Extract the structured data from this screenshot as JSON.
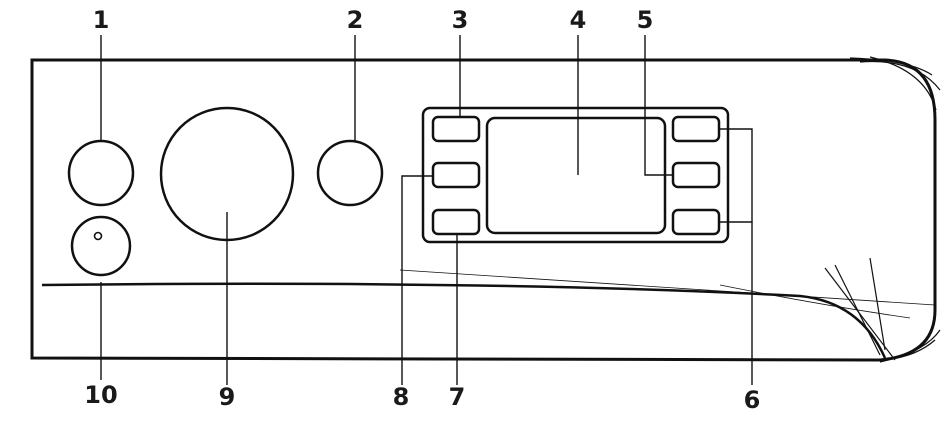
{
  "diagram": {
    "subject": "control-panel",
    "line_color": "#111111",
    "background_color": "#ffffff"
  },
  "callouts": {
    "c1": "1",
    "c2": "2",
    "c3": "3",
    "c4": "4",
    "c5": "5",
    "c6": "6",
    "c7": "7",
    "c8": "8",
    "c9": "9",
    "c10": "10"
  }
}
